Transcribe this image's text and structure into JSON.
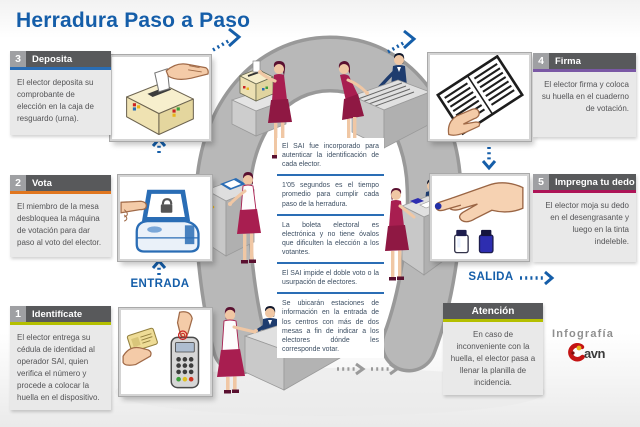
{
  "title": "Herradura Paso a Paso",
  "steps": [
    {
      "num": "1",
      "label": "Identifícate",
      "accent": "#b4bf00",
      "body": "El elector entrega su cédula de identidad al operador SAI, quien verifica el número y procede a colocar la huella en el dispositivo."
    },
    {
      "num": "2",
      "label": "Vota",
      "accent": "#e0761f",
      "body": "El miembro de la mesa desbloquea la máquina de votación para dar paso al voto del elector."
    },
    {
      "num": "3",
      "label": "Deposita",
      "accent": "#2a6db5",
      "body": "El elector deposita su comprobante de elección en la caja de resguardo (urna)."
    },
    {
      "num": "4",
      "label": "Firma",
      "accent": "#7a58a5",
      "body": "El elector firma y coloca su huella en el cuaderno de votación."
    },
    {
      "num": "5",
      "label": "Impregna tu dedo",
      "accent": "#ad1457",
      "body": "El elector moja su dedo en el desengrasante y luego en la tinta indeleble."
    }
  ],
  "attention": {
    "label": "Atención",
    "accent": "#b4bf00",
    "body": "En caso de inconveniente con la huella, el elector pasa a llenar la planilla de incidencia."
  },
  "notes": [
    "El SAI fue incorporado para autenticar la identificación de cada elector.",
    "1'05 segundos es el tiempo promedio para cumplir cada paso de la herradura.",
    "La boleta electoral es electrónica y no tiene óvalos que dificulten la elección a los votantes.",
    "El SAI impide el doble voto o la usurpación de electores.",
    "Se ubicarán estaciones de información en la entrada de los centros con más de dos mesas a fin de indicar a los electores dónde les corresponde votar."
  ],
  "flow": {
    "entrada": "ENTRADA",
    "salida": "SALIDA"
  },
  "credit": {
    "label": "Infografía",
    "logo_text": "avn"
  },
  "colors": {
    "title_blue": "#155ea9",
    "note_separator": "#2a6db5",
    "horseshoe_gray": "#b8b8b8",
    "voter_magenta": "#a81e50",
    "operator_navy": "#1e3c6e",
    "ink_blue": "#2d2db0"
  }
}
